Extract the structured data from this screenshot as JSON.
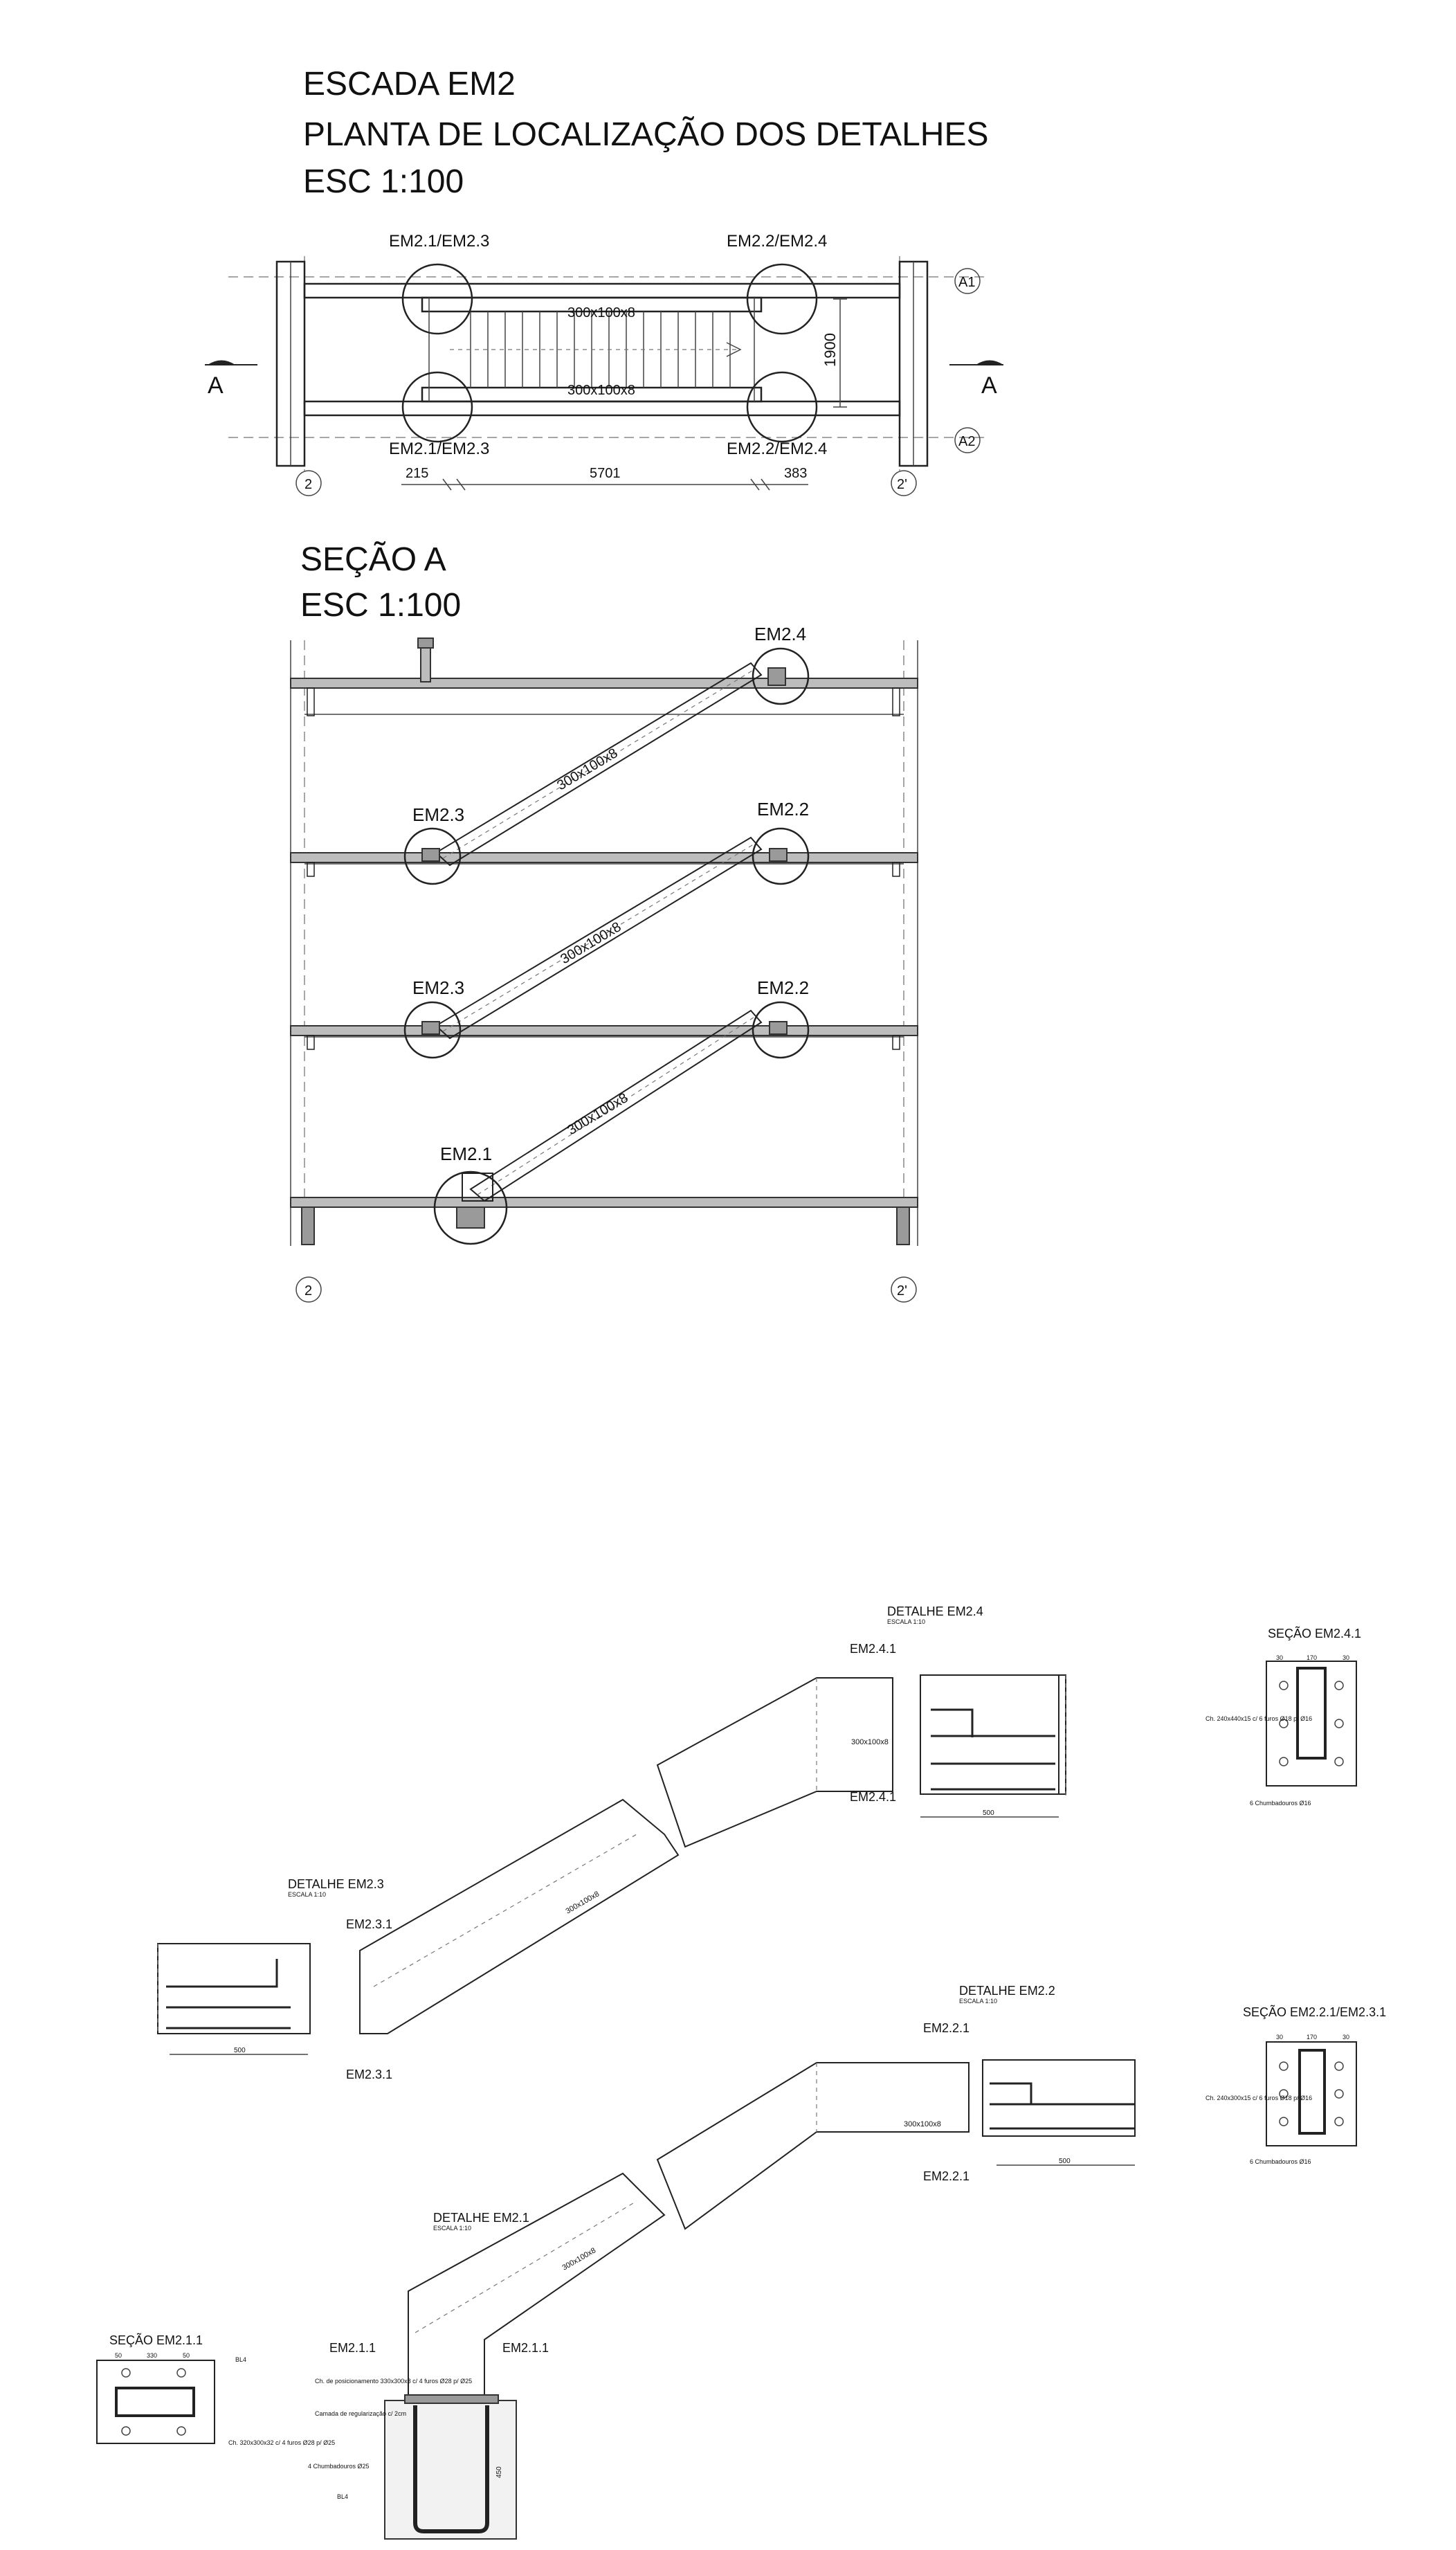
{
  "titles": {
    "plan_line1": "ESCADA EM2",
    "plan_line2": "PLANTA DE LOCALIZAÇÃO DOS DETALHES",
    "plan_line3": "ESC 1:100",
    "section_line1": "SEÇÃO A",
    "section_line2": "ESC 1:100"
  },
  "plan": {
    "callout_tl": "EM2.1/EM2.3",
    "callout_tr": "EM2.2/EM2.4",
    "callout_bl": "EM2.1/EM2.3",
    "callout_br": "EM2.2/EM2.4",
    "beam_top": "300x100x8",
    "beam_bottom": "300x100x8",
    "width_dim": "1900",
    "dim_left": "215",
    "dim_mid": "5701",
    "dim_right": "383",
    "axis_a1": "A1",
    "axis_a2": "A2",
    "axis_2": "2",
    "axis_2p": "2'",
    "cut_left": "A",
    "cut_right": "A"
  },
  "section": {
    "em24": "EM2.4",
    "em23_a": "EM2.3",
    "em22_a": "EM2.2",
    "em23_b": "EM2.3",
    "em22_b": "EM2.2",
    "em21": "EM2.1",
    "beam_1": "300x100x8",
    "beam_2": "300x100x8",
    "beam_3": "300x100x8",
    "axis_2": "2",
    "axis_2p": "2'"
  },
  "details": {
    "em24": {
      "title": "DETALHE EM2.4",
      "scale": "ESCALA 1:10",
      "cut_top": "EM2.4.1",
      "cut_bottom": "EM2.4.1",
      "beam": "300x100x8",
      "dim": "500"
    },
    "em23": {
      "title": "DETALHE EM2.3",
      "scale": "ESCALA 1:10",
      "cut_top": "EM2.3.1",
      "cut_bottom": "EM2.3.1",
      "beam": "300x100x8",
      "dim": "500"
    },
    "em22": {
      "title": "DETALHE EM2.2",
      "scale": "ESCALA 1:10",
      "cut_top": "EM2.2.1",
      "cut_bottom": "EM2.2.1",
      "beam": "300x100x8",
      "dim": "500"
    },
    "em21": {
      "title": "DETALHE EM2.1",
      "scale": "ESCALA 1:10",
      "cut_left": "EM2.1.1",
      "cut_right": "EM2.1.1",
      "beam": "300x100x8",
      "note1": "Ch. de posicionamento 330x300x8 c/ 4 furos Ø28 p/ Ø25",
      "note2": "Camada de regularização c/ 2cm",
      "note3": "4 Chumbadouros Ø25",
      "note4": "BL4",
      "dim": "450"
    }
  },
  "sections": {
    "em241": {
      "title": "SEÇÃO EM2.4.1",
      "note1": "Ch. 240x440x15 c/ 6 furos Ø18 p/ Ø16",
      "note2": "6 Chumbadouros Ø16",
      "d1": "30",
      "d2": "170",
      "d3": "30"
    },
    "em221": {
      "title": "SEÇÃO EM2.2.1/EM2.3.1",
      "note1": "Ch. 240x300x15 c/ 6 furos Ø18 p/ Ø16",
      "note2": "6 Chumbadouros Ø16",
      "d1": "30",
      "d2": "170",
      "d3": "30"
    },
    "em211": {
      "title": "SEÇÃO EM2.1.1",
      "note1": "BL4",
      "note2": "Ch. 320x300x32 c/ 4 furos Ø28 p/ Ø25",
      "d1": "50",
      "d2": "330",
      "d3": "50"
    }
  }
}
